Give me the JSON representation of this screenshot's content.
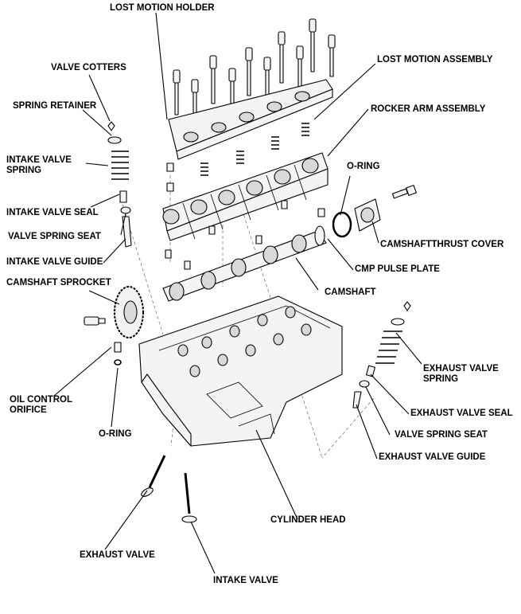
{
  "labels": {
    "lost_motion_holder": "LOST MOTION HOLDER",
    "lost_motion_assembly": "LOST MOTION ASSEMBLY",
    "rocker_arm_assembly": "ROCKER ARM ASSEMBLY",
    "valve_cotters": "VALVE COTTERS",
    "spring_retainer": "SPRING RETAINER",
    "intake_valve_spring_line1": "INTAKE VALVE",
    "intake_valve_spring_line2": "SPRING",
    "intake_valve_seal": "INTAKE VALVE SEAL",
    "valve_spring_seat_left": "VALVE SPRING SEAT",
    "intake_valve_guide": "INTAKE VALVE GUIDE",
    "o_ring_top": "O-RING",
    "camshaft_thrust_cover": "CAMSHAFTTHRUST COVER",
    "cmp_pulse_plate": "CMP PULSE PLATE",
    "camshaft": "CAMSHAFT",
    "camshaft_sprocket": "CAMSHAFT SPROCKET",
    "exhaust_valve_spring_line1": "EXHAUST VALVE",
    "exhaust_valve_spring_line2": "SPRING",
    "exhaust_valve_seal": "EXHAUST VALVE SEAL",
    "valve_spring_seat_right": "VALVE SPRING SEAT",
    "exhaust_valve_guide": "EXHAUST VALVE GUIDE",
    "oil_control_orifice_line1": "OIL CONTROL",
    "oil_control_orifice_line2": "ORIFICE",
    "o_ring_bottom": "O-RING",
    "cylinder_head": "CYLINDER HEAD",
    "exhaust_valve": "EXHAUST VALVE",
    "intake_valve": "INTAKE VALVE"
  }
}
